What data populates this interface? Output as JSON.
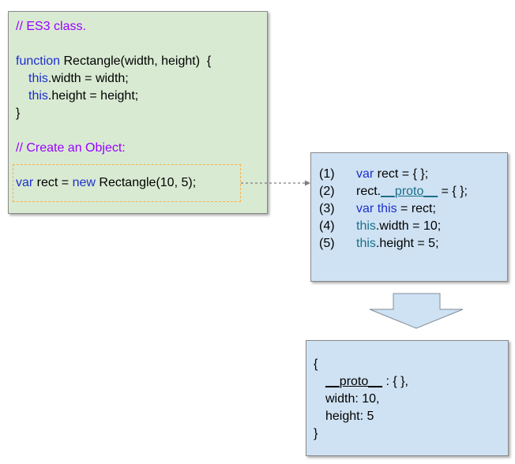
{
  "code_box": {
    "comment_class": "// ES3 class.",
    "fn_keyword": "function",
    "fn_signature": " Rectangle(width, height)  {",
    "line_width_this": "this",
    "line_width_rest": ".width = width;",
    "line_height_this": "this",
    "line_height_rest": ".height = height;",
    "closing_brace": "}",
    "comment_create": "// Create an Object:",
    "var_keyword": "var",
    "var_rect": " rect = ",
    "new_keyword": "new",
    "new_call": " Rectangle(10, 5);"
  },
  "steps_box": {
    "steps": [
      {
        "num": "(1)",
        "a_kw": "var",
        "a_text": " rect = { };"
      },
      {
        "num": "(2)",
        "b_pre": "rect.",
        "b_proto": "__proto__",
        "b_post": " = { };"
      },
      {
        "num": "(3)",
        "c_kw1": "var",
        "c_space": " ",
        "c_kw2": "this",
        "c_post": " = rect;"
      },
      {
        "num": "(4)",
        "d_kw": "this",
        "d_post": ".width = 10;"
      },
      {
        "num": "(5)",
        "e_kw": "this",
        "e_post": ".height = 5;"
      }
    ]
  },
  "result_box": {
    "open": "{",
    "proto_key": "__proto__",
    "proto_val": " : { },",
    "width_line": "width: 10,",
    "height_line": "height: 5",
    "close": "}"
  },
  "colors": {
    "code_bg": "#d9ead3",
    "steps_bg": "#cfe2f3",
    "comment": "#9900ff",
    "keyword": "#1c2fcc",
    "dashed_highlight": "#f1b24a"
  },
  "icons": {
    "connector": "dashed-arrow-right",
    "flow": "down-arrow"
  }
}
